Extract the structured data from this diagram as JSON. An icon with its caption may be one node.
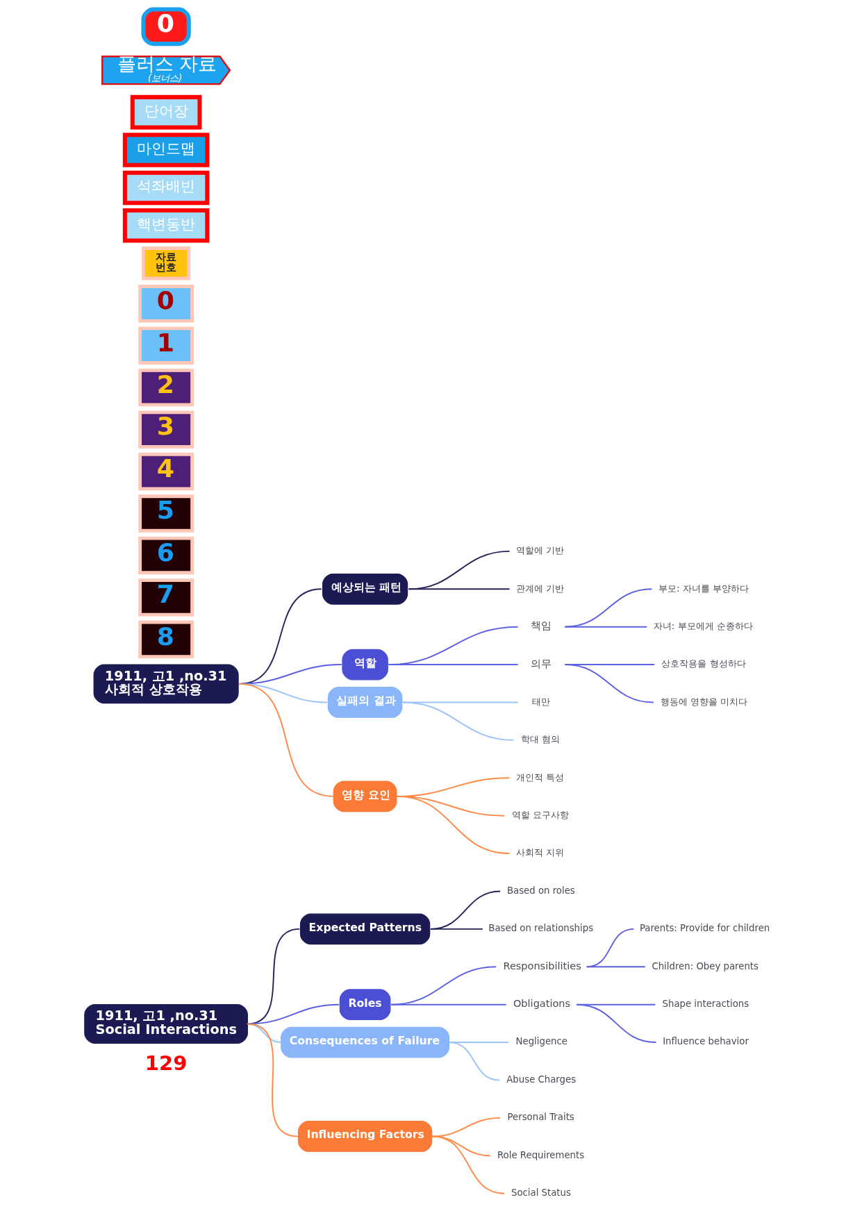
{
  "diagram": {
    "nodes": [
      {
        "text": [
          "0"
        ]
      },
      {
        "text": [
          "플러스 자료",
          "(보너스)"
        ]
      },
      {
        "text": [
          "단어장"
        ]
      },
      {
        "text": [
          "마인드맵"
        ]
      },
      {
        "text": [
          "석좌배빈"
        ]
      },
      {
        "text": [
          "핵변동반"
        ]
      },
      {
        "text": [
          "자료 번호"
        ]
      },
      {
        "text": [
          "0"
        ]
      },
      {
        "text": [
          "1"
        ]
      },
      {
        "text": [
          "2"
        ]
      },
      {
        "text": [
          "3"
        ]
      },
      {
        "text": [
          "4"
        ]
      },
      {
        "text": [
          "5"
        ]
      },
      {
        "text": [
          "6"
        ]
      },
      {
        "text": [
          "7"
        ]
      },
      {
        "text": [
          "8"
        ]
      },
      {
        "text": [
          "1911, 고1 ,no.31",
          "사회적 상호작용"
        ]
      },
      {
        "text": [
          "예상되는 패턴"
        ]
      },
      {
        "text": [
          "역할에 기반"
        ]
      },
      {
        "text": [
          "관계에 기반"
        ]
      },
      {
        "text": [
          "역할"
        ]
      },
      {
        "text": [
          "책임"
        ]
      },
      {
        "text": [
          "부모: 자녀를 부양하다"
        ]
      },
      {
        "text": [
          "자녀: 부모에게 순종하다"
        ]
      },
      {
        "text": [
          "의무"
        ]
      },
      {
        "text": [
          "상호작용을 형성하다"
        ]
      },
      {
        "text": [
          "행동에 영향을 미치다"
        ]
      },
      {
        "text": [
          "실패의 결과"
        ]
      },
      {
        "text": [
          "태만"
        ]
      },
      {
        "text": [
          "학대 혐의"
        ]
      },
      {
        "text": [
          "영향 요인"
        ]
      },
      {
        "text": [
          "개인적 특성"
        ]
      },
      {
        "text": [
          "역할 요구사항"
        ]
      },
      {
        "text": [
          "사회적 지위"
        ]
      },
      {
        "text": [
          "1911, 고1 ,no.31",
          "Social Interactions"
        ]
      },
      {
        "text": [
          "Expected Patterns"
        ]
      },
      {
        "text": [
          "Based on roles"
        ]
      },
      {
        "text": [
          "Based on relationships"
        ]
      },
      {
        "text": [
          "Roles"
        ]
      },
      {
        "text": [
          "Responsibilities"
        ]
      },
      {
        "text": [
          "Parents: Provide for children"
        ]
      },
      {
        "text": [
          "Children: Obey parents"
        ]
      },
      {
        "text": [
          "Obligations"
        ]
      },
      {
        "text": [
          "Shape interactions"
        ]
      },
      {
        "text": [
          "Influence behavior"
        ]
      },
      {
        "text": [
          "Consequences of Failure"
        ]
      },
      {
        "text": [
          "Negligence"
        ]
      },
      {
        "text": [
          "Abuse Charges"
        ]
      },
      {
        "text": [
          "Influencing Factors"
        ]
      },
      {
        "text": [
          "Personal Traits"
        ]
      },
      {
        "text": [
          "Role Requirements"
        ]
      },
      {
        "text": [
          "Social Status"
        ]
      }
    ],
    "edges": [
      {
        "from": 16,
        "to": 17,
        "arrow": "none",
        "color": "#25245a"
      },
      {
        "from": 17,
        "to": 18,
        "arrow": "none",
        "color": "#25245a"
      },
      {
        "from": 17,
        "to": 19,
        "arrow": "none",
        "color": "#25245a"
      },
      {
        "from": 16,
        "to": 20,
        "arrow": "none"
      },
      {
        "from": 20,
        "to": 21,
        "arrow": "none"
      },
      {
        "from": 21,
        "to": 22,
        "arrow": "none"
      },
      {
        "from": 21,
        "to": 23,
        "arrow": "none"
      },
      {
        "from": 20,
        "to": 24,
        "arrow": "none"
      },
      {
        "from": 24,
        "to": 25,
        "arrow": "none"
      },
      {
        "from": 24,
        "to": 26,
        "arrow": "none"
      },
      {
        "from": 16,
        "to": 27,
        "arrow": "none",
        "color": "#9cc3fa"
      },
      {
        "from": 27,
        "to": 28,
        "arrow": "none",
        "color": "#9cc3fa"
      },
      {
        "from": 27,
        "to": 29,
        "arrow": "none",
        "color": "#9cc3fa"
      },
      {
        "from": 16,
        "to": 30,
        "arrow": "none",
        "color": "#ff8a47"
      },
      {
        "from": 30,
        "to": 31,
        "arrow": "none",
        "color": "#ff8a47"
      },
      {
        "from": 30,
        "to": 32,
        "arrow": "none",
        "color": "#ff8a47"
      },
      {
        "from": 30,
        "to": 33,
        "arrow": "none",
        "color": "#ff8a47"
      },
      {
        "from": 34,
        "to": 35,
        "arrow": "none",
        "color": "#25245a"
      },
      {
        "from": 35,
        "to": 36,
        "arrow": "none",
        "color": "#25245a"
      },
      {
        "from": 35,
        "to": 37,
        "arrow": "none",
        "color": "#25245a"
      },
      {
        "from": 34,
        "to": 38,
        "arrow": "none"
      },
      {
        "from": 38,
        "to": 39,
        "arrow": "none"
      },
      {
        "from": 39,
        "to": 40,
        "arrow": "none"
      },
      {
        "from": 39,
        "to": 41,
        "arrow": "none"
      },
      {
        "from": 38,
        "to": 42,
        "arrow": "none"
      },
      {
        "from": 42,
        "to": 43,
        "arrow": "none"
      },
      {
        "from": 42,
        "to": 44,
        "arrow": "none"
      },
      {
        "from": 34,
        "to": 45,
        "arrow": "none",
        "color": "#9cc3fa"
      },
      {
        "from": 45,
        "to": 46,
        "arrow": "none",
        "color": "#9cc3fa"
      },
      {
        "from": 45,
        "to": 47,
        "arrow": "none",
        "color": "#9cc3fa"
      },
      {
        "from": 34,
        "to": 48,
        "arrow": "none",
        "color": "#ff8a47"
      },
      {
        "from": 48,
        "to": 49,
        "arrow": "none",
        "color": "#ff8a47"
      },
      {
        "from": 48,
        "to": 50,
        "arrow": "none",
        "color": "#ff8a47"
      },
      {
        "from": 48,
        "to": 51,
        "arrow": "none",
        "color": "#ff8a47"
      }
    ],
    "labels": [
      "129"
    ]
  }
}
